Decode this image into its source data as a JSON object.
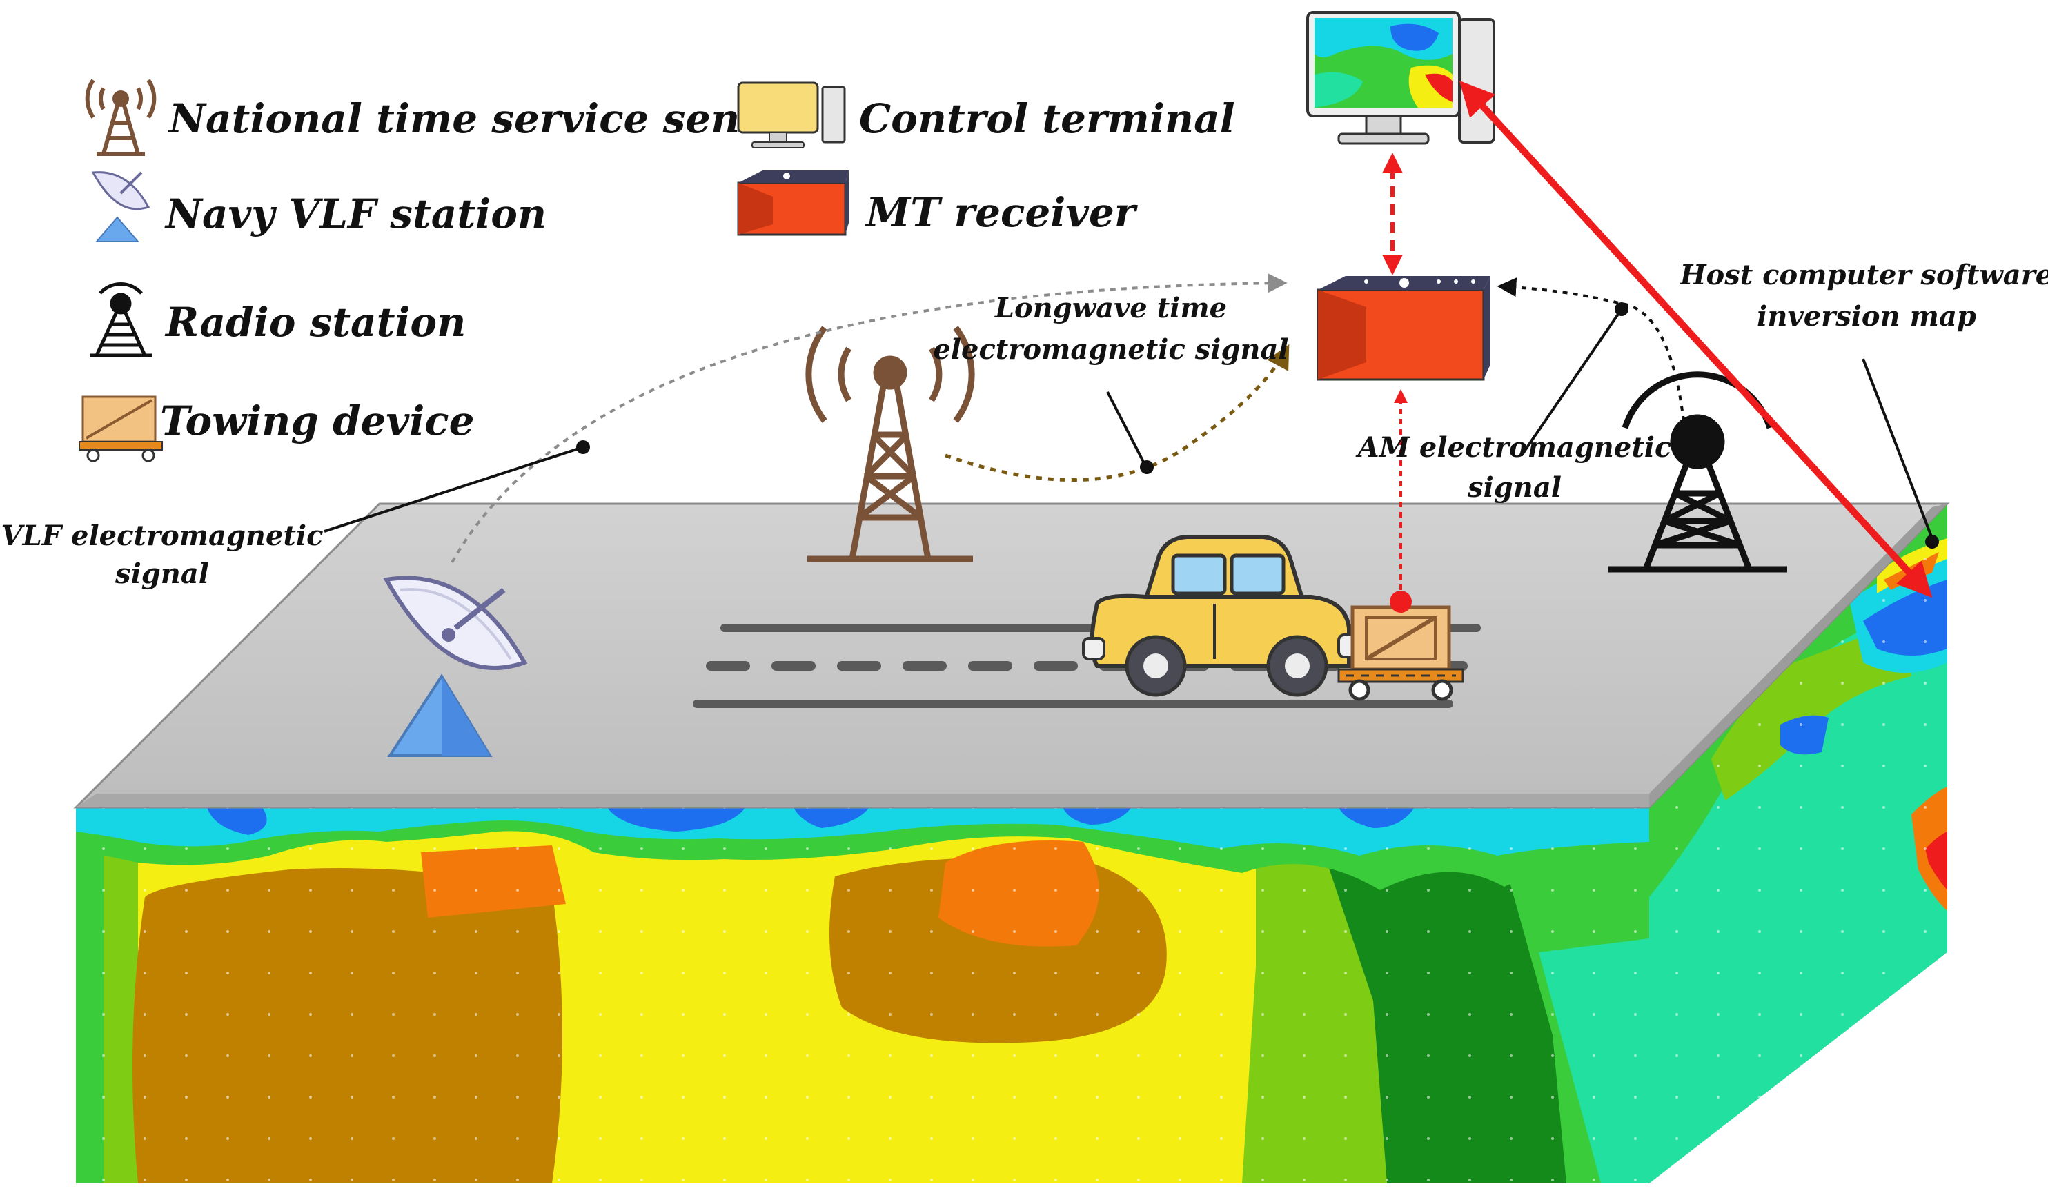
{
  "legend": {
    "national_time": "National time service senter",
    "control_terminal": "Control terminal",
    "navy_vlf": "Navy VLF station",
    "mt_receiver": "MT receiver",
    "radio_station": "Radio station",
    "towing_device": "Towing device"
  },
  "annotations": {
    "vlf_line1": "VLF electromagnetic",
    "vlf_line2": "signal",
    "longwave_line1": "Longwave time",
    "longwave_line2": "electromagnetic signal",
    "am_line1": "AM electromagnetic",
    "am_line2": "signal",
    "host_line1": "Host computer software",
    "host_line2": "inversion map"
  },
  "colors": {
    "road": "#c8c8c8",
    "mt_receiver": "#f24a1c",
    "tower_brown": "#7a5238",
    "arrow_red": "#ee1c1c",
    "car_yellow": "#f6cf52",
    "inversion_yellow": "#f5ee12",
    "inversion_brown": "#c08000",
    "inversion_orange": "#f37a0a",
    "inversion_green": "#3acc3a",
    "inversion_darkgreen": "#138a1a",
    "inversion_blue": "#1e6ef0",
    "inversion_cyan": "#16d6e6"
  },
  "icons": [
    "broadcast-tower-icon",
    "monitor-icon",
    "satellite-dish-icon",
    "mt-receiver-icon",
    "radio-tower-icon",
    "towing-device-icon",
    "car-icon"
  ]
}
